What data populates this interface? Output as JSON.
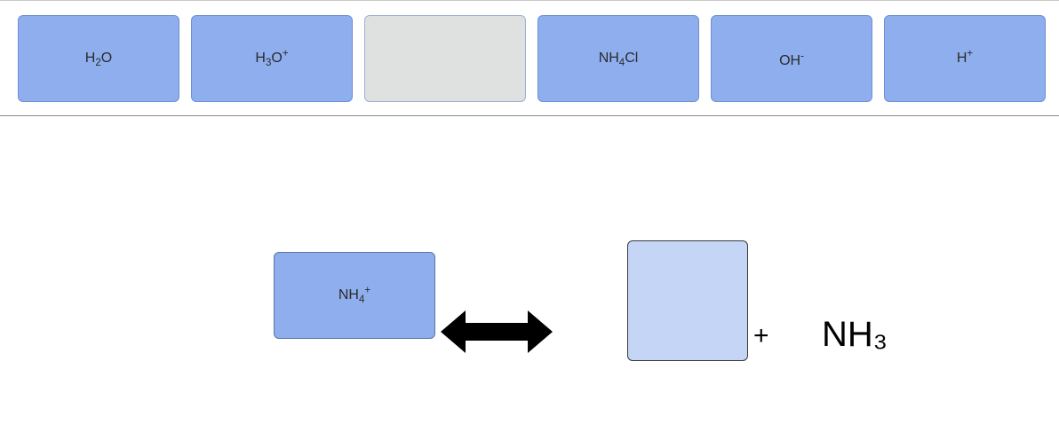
{
  "bank": {
    "tiles": [
      {
        "base": "H",
        "sub": "2",
        "tail": "O",
        "sup": ""
      },
      {
        "base": "H",
        "sub": "3",
        "tail": "O",
        "sup": "+"
      },
      {
        "base": "",
        "sub": "",
        "tail": "",
        "sup": ""
      },
      {
        "base": "NH",
        "sub": "4",
        "tail": "Cl",
        "sup": ""
      },
      {
        "base": "OH",
        "sub": "",
        "tail": "",
        "sup": "-"
      },
      {
        "base": "H",
        "sub": "",
        "tail": "",
        "sup": "+"
      }
    ]
  },
  "equation": {
    "reactant": {
      "base": "NH",
      "sub": "4",
      "sup": "+"
    },
    "plus": "+",
    "product": "NH₃"
  },
  "colors": {
    "tile": "#8faeee",
    "empty_tile": "#dfe1e1",
    "drop_target": "#c5d5f5",
    "arrow": "#000000"
  }
}
